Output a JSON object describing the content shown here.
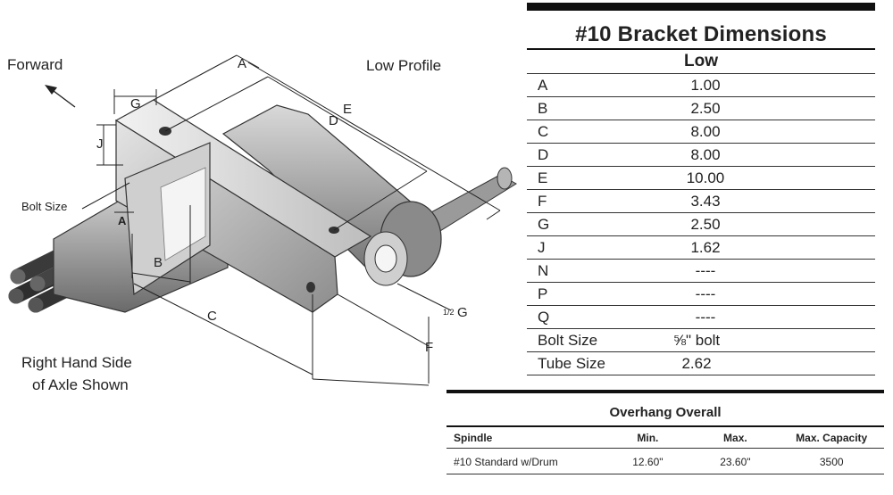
{
  "illustration": {
    "forward_label": "Forward",
    "profile_label": "Low Profile",
    "caption_line1": "Right Hand Side",
    "caption_line2": "of Axle Shown",
    "bolt_size_label": "Bolt Size",
    "dim_labels": {
      "a_top": "A",
      "a_side": "A",
      "b": "B",
      "c": "C",
      "d": "D",
      "e": "E",
      "f": "F",
      "g_top": "G",
      "j": "J",
      "half_g_num": "1/2",
      "half_g": "G"
    }
  },
  "dimensions": {
    "title": "#10 Bracket Dimensions",
    "column_header": "Low",
    "rows": [
      {
        "key": "A",
        "value": "1.00"
      },
      {
        "key": "B",
        "value": "2.50"
      },
      {
        "key": "C",
        "value": "8.00"
      },
      {
        "key": "D",
        "value": "8.00"
      },
      {
        "key": "E",
        "value": "10.00"
      },
      {
        "key": "F",
        "value": "3.43"
      },
      {
        "key": "G",
        "value": "2.50"
      },
      {
        "key": "J",
        "value": "1.62"
      },
      {
        "key": "N",
        "value": "----"
      },
      {
        "key": "P",
        "value": "----"
      },
      {
        "key": "Q",
        "value": "----"
      },
      {
        "key": "Bolt Size",
        "value": "⅝\" bolt"
      },
      {
        "key": "Tube Size",
        "value": "2.62"
      }
    ]
  },
  "overhang": {
    "title": "Overhang Overall",
    "headers": [
      "Spindle",
      "Min.",
      "Max.",
      "Max. Capacity"
    ],
    "rows": [
      [
        "#10 Standard w/Drum",
        "12.60\"",
        "23.60\"",
        "3500"
      ]
    ]
  }
}
